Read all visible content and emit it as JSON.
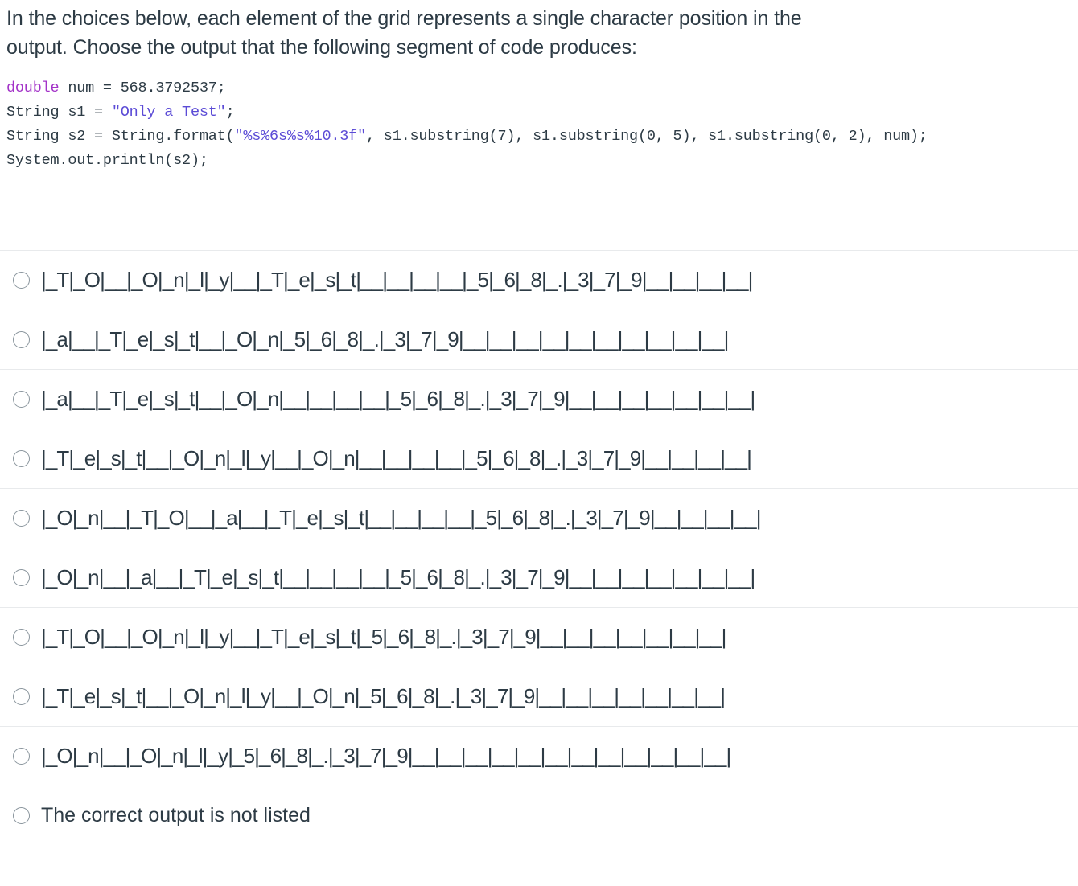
{
  "prompt": {
    "line1": "In the choices below, each element of the grid represents a single character position in the",
    "line2": "output.  Choose the output that the following segment of code produces:"
  },
  "code": {
    "line1_keyword": "double",
    "line1_rest": " num = 568.3792537;",
    "line2_pre": "String s1 = ",
    "line2_str": "\"Only a Test\"",
    "line2_post": ";",
    "line3_pre": "String s2 = String.format(",
    "line3_str": "\"%s%6s%s%10.3f\"",
    "line3_post": ", s1.substring(7), s1.substring(0, 5), s1.substring(0, 2), num);",
    "line4": "System.out.println(s2);"
  },
  "choices": [
    {
      "id": "choice-1",
      "text": "|_T|_O|__|_O|_n|_l|_y|__|_T|_e|_s|_t|__|__|__|__|_5|_6|_8|_.|_3|_7|_9|__|__|__|__|"
    },
    {
      "id": "choice-2",
      "text": "|_a|__|_T|_e|_s|_t|__|_O|_n|_5|_6|_8|_.|_3|_7|_9|__|__|__|__|__|__|__|__|__|__|"
    },
    {
      "id": "choice-3",
      "text": "|_a|__|_T|_e|_s|_t|__|_O|_n|__|__|__|__|_5|_6|_8|_.|_3|_7|_9|__|__|__|__|__|__|__|"
    },
    {
      "id": "choice-4",
      "text": "|_T|_e|_s|_t|__|_O|_n|_l|_y|__|_O|_n|__|__|__|__|_5|_6|_8|_.|_3|_7|_9|__|__|__|__|"
    },
    {
      "id": "choice-5",
      "text": "|_O|_n|__|_T|_O|__|_a|__|_T|_e|_s|_t|__|__|__|__|_5|_6|_8|_.|_3|_7|_9|__|__|__|__|"
    },
    {
      "id": "choice-6",
      "text": "|_O|_n|__|_a|__|_T|_e|_s|_t|__|__|__|__|_5|_6|_8|_.|_3|_7|_9|__|__|__|__|__|__|__|"
    },
    {
      "id": "choice-7",
      "text": "|_T|_O|__|_O|_n|_l|_y|__|_T|_e|_s|_t|_5|_6|_8|_.|_3|_7|_9|__|__|__|__|__|__|__|"
    },
    {
      "id": "choice-8",
      "text": "|_T|_e|_s|_t|__|_O|_n|_l|_y|__|_O|_n|_5|_6|_8|_.|_3|_7|_9|__|__|__|__|__|__|__|"
    },
    {
      "id": "choice-9",
      "text": "|_O|_n|__|_O|_n|_l|_y|_5|_6|_8|_.|_3|_7|_9|__|__|__|__|__|__|__|__|__|__|__|__|"
    },
    {
      "id": "choice-10",
      "text": "The correct output is not listed",
      "plain": true
    }
  ]
}
